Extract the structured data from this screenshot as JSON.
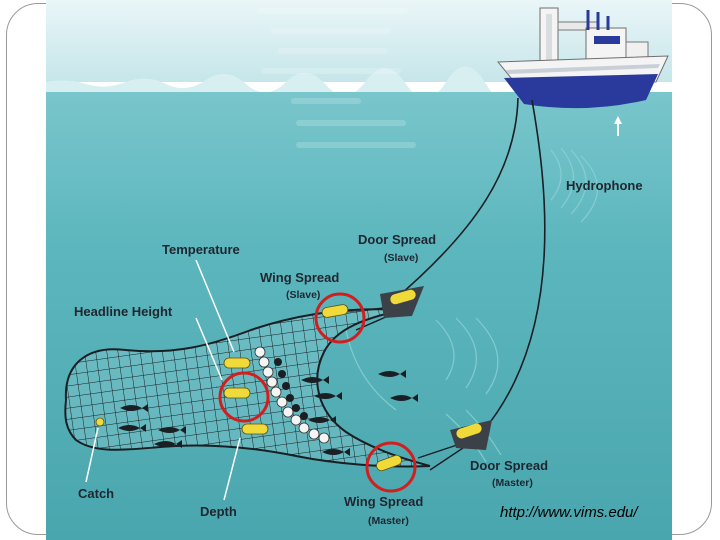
{
  "labels": {
    "hydrophone": "Hydrophone",
    "temperature": "Temperature",
    "door_spread_slave": "Door Spread",
    "door_spread_slave_sub": "(Slave)",
    "wing_spread_slave": "Wing Spread",
    "wing_spread_slave_sub": "(Slave)",
    "headline_height": "Headline Height",
    "catch": "Catch",
    "depth": "Depth",
    "wing_spread_master": "Wing Spread",
    "wing_spread_master_sub": "(Master)",
    "door_spread_master": "Door Spread",
    "door_spread_master_sub": "(Master)"
  },
  "source_url": "http://www.vims.edu/",
  "colors": {
    "water": "#5cb6bd",
    "surface": "#d6eef1",
    "net": "#1a1f24",
    "sensor": "#f0da3a",
    "highlight_circle": "#d11f1f",
    "hull": "#2a3a9c"
  }
}
